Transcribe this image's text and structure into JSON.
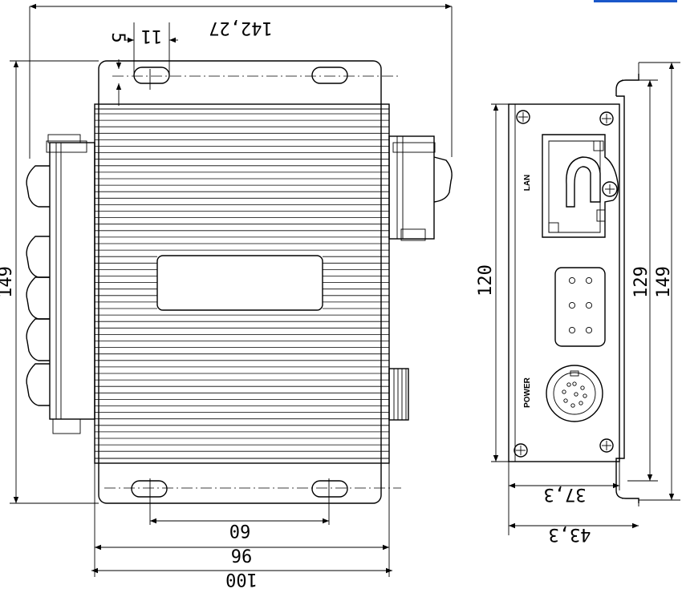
{
  "dimensions": {
    "overall_width_top": "142,27",
    "slot_width": "11",
    "slot_offset": "5",
    "height_left": "149",
    "slot_spacing": "60",
    "body_width": "96",
    "overall_width_bottom": "100",
    "panel_height": "120",
    "flange_height": "129",
    "height_right": "149",
    "depth_inner": "37,3",
    "depth_outer": "43,3"
  },
  "labels": {
    "lan": "LAN",
    "power": "POWER"
  },
  "colors": {
    "line": "#000000",
    "accent": "#1a57c9"
  }
}
